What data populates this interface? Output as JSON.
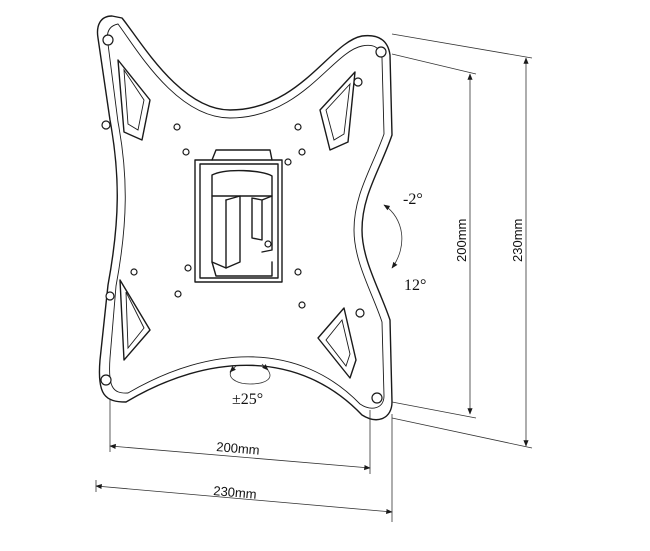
{
  "labels": {
    "width_inner": "200mm",
    "width_outer": "230mm",
    "height_inner": "200mm",
    "height_outer": "230mm",
    "tilt_up": "-2°",
    "tilt_down": "12°",
    "swivel": "±25°"
  }
}
